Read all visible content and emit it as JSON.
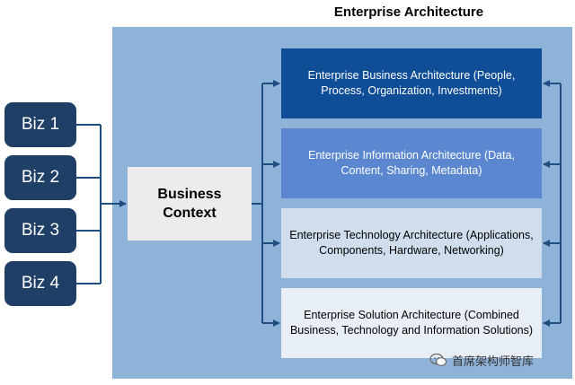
{
  "title": "Enterprise Architecture",
  "biz": [
    "Biz 1",
    "Biz 2",
    "Biz 3",
    "Biz 4"
  ],
  "context": {
    "line1": "Business",
    "line2": "Context"
  },
  "architectures": [
    {
      "text": "Enterprise Business Architecture (People, Process, Organization, Investments)",
      "bg": "#0f4d96",
      "fg": "#ffffff"
    },
    {
      "text": "Enterprise Information Architecture (Data, Content, Sharing, Metadata)",
      "bg": "#5a87cf",
      "fg": "#ffffff"
    },
    {
      "text": "Enterprise Technology Architecture (Applications, Components, Hardware, Networking)",
      "bg": "#cfdded",
      "fg": "#000000"
    },
    {
      "text": "Enterprise Solution Architecture (Combined Business, Technology and Information Solutions)",
      "bg": "#e7eef6",
      "fg": "#000000"
    }
  ],
  "watermark": "首席架构师智库",
  "colors": {
    "panel": "#8fb2d8",
    "biz": "#1f3f66",
    "arrow": "#1f4f82"
  }
}
